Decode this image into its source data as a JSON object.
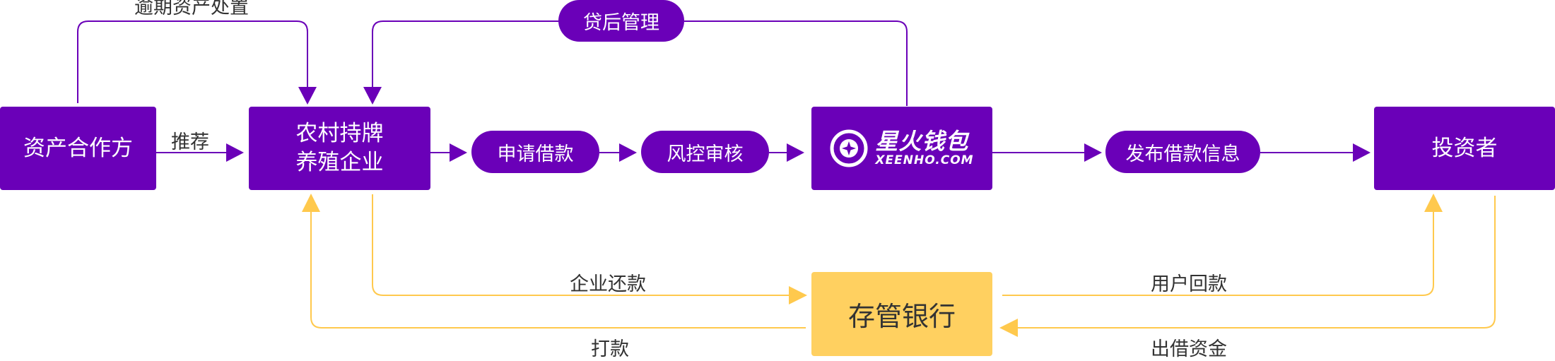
{
  "nodes": {
    "partner": "资产合作方",
    "enterprise_line1": "农村持牌",
    "enterprise_line2": "养殖企业",
    "apply": "申请借款",
    "risk": "风控审核",
    "publish": "发布借款信息",
    "investor": "投资者",
    "bank": "存管银行",
    "post_loan": "贷后管理"
  },
  "logo": {
    "name_cn": "星火钱包",
    "name_en": "XEENHO.COM"
  },
  "labels": {
    "overdue": "逾期资产处置",
    "recommend": "推荐",
    "repay": "企业还款",
    "disburse": "打款",
    "user_repay": "用户回款",
    "lend_funds": "出借资金"
  },
  "colors": {
    "purple": "#6a00b8",
    "yellow": "#ffd060",
    "text": "#333333"
  }
}
